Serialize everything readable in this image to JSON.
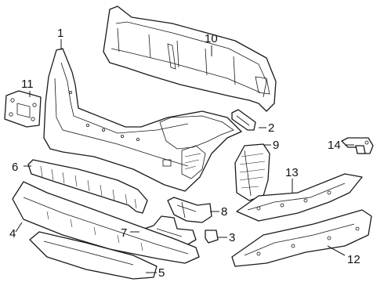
{
  "diagram": {
    "callouts": [
      {
        "id": "1",
        "label": "1"
      },
      {
        "id": "2",
        "label": "2"
      },
      {
        "id": "3",
        "label": "3"
      },
      {
        "id": "4",
        "label": "4"
      },
      {
        "id": "5",
        "label": "5"
      },
      {
        "id": "6",
        "label": "6"
      },
      {
        "id": "7",
        "label": "7"
      },
      {
        "id": "8",
        "label": "8"
      },
      {
        "id": "9",
        "label": "9"
      },
      {
        "id": "10",
        "label": "10"
      },
      {
        "id": "11",
        "label": "11"
      },
      {
        "id": "12",
        "label": "12"
      },
      {
        "id": "13",
        "label": "13"
      },
      {
        "id": "14",
        "label": "14"
      }
    ],
    "colors": {
      "line": "#1a1a1a",
      "background": "#ffffff"
    }
  }
}
